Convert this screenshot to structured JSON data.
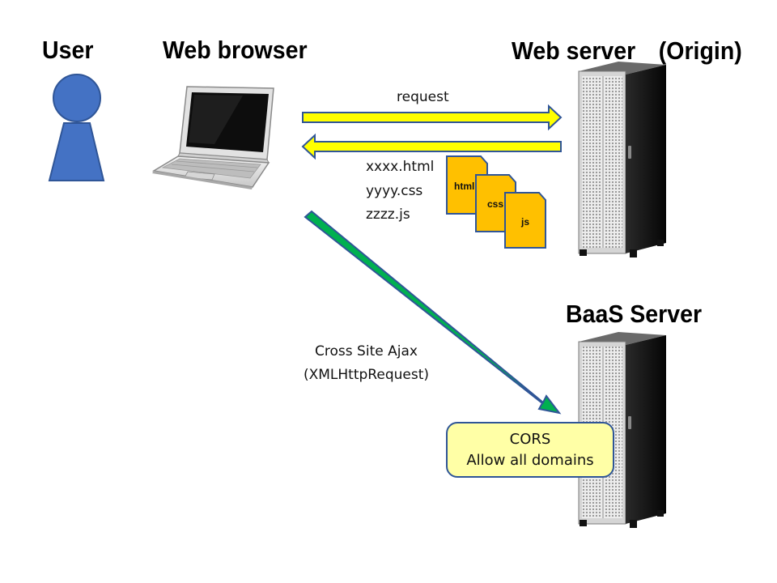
{
  "actors": {
    "user": "User",
    "browser": "Web browser",
    "origin_server": "Web server　(Origin)",
    "baas_server": "BaaS Server"
  },
  "arrows": {
    "request": "request",
    "response_files": [
      "xxxx.html",
      "yyyy.css",
      "zzzz.js"
    ],
    "ajax_line1": "Cross Site Ajax",
    "ajax_line2": "(XMLHttpRequest)"
  },
  "file_icons": [
    "html",
    "css",
    "js"
  ],
  "cors": {
    "line1": "CORS",
    "line2": "Allow all domains"
  },
  "colors": {
    "user_fill": "#4472c4",
    "request_arrow": "#ffff00",
    "ajax_arrow": "#00b050",
    "file_fill": "#ffc000",
    "cors_fill": "#ffffa6"
  }
}
